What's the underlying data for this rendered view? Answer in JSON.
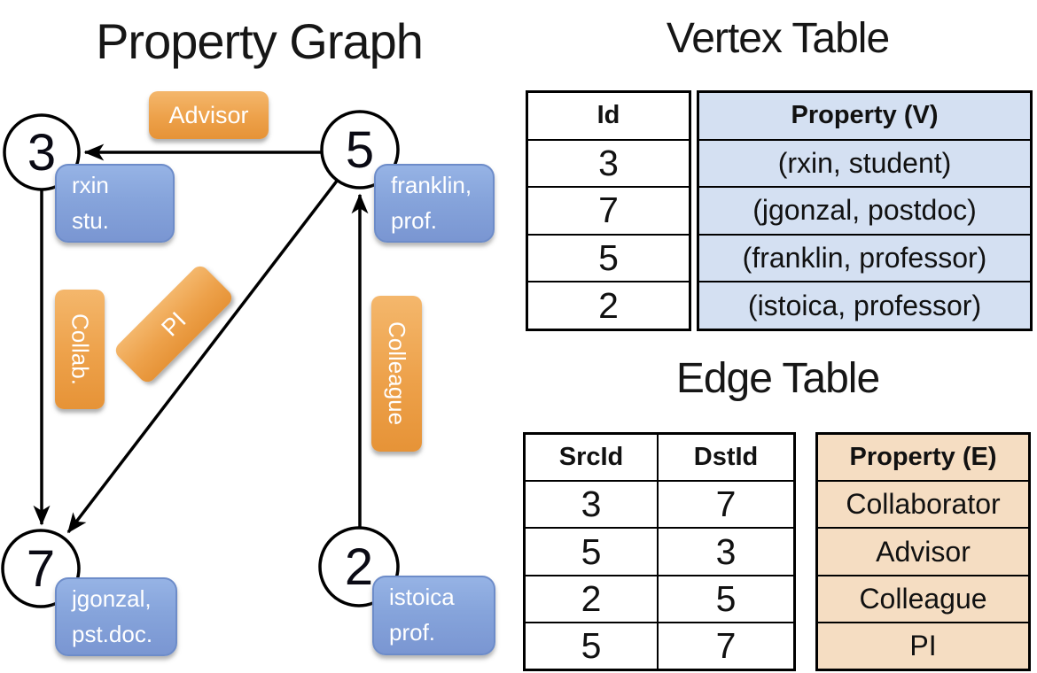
{
  "titles": {
    "graph": "Property Graph",
    "vertex_table": "Vertex Table",
    "edge_table": "Edge Table"
  },
  "graph": {
    "vertices": [
      {
        "id": "3",
        "prop_line1": "rxin",
        "prop_line2": "stu."
      },
      {
        "id": "5",
        "prop_line1": "franklin,",
        "prop_line2": "prof."
      },
      {
        "id": "7",
        "prop_line1": "jgonzal,",
        "prop_line2": "pst.doc."
      },
      {
        "id": "2",
        "prop_line1": "istoica",
        "prop_line2": "prof."
      }
    ],
    "edge_labels": {
      "advisor": "Advisor",
      "collab": "Collab.",
      "pi": "PI",
      "colleague": "Colleague"
    }
  },
  "vertex_table": {
    "headers": {
      "id": "Id",
      "property": "Property (V)"
    },
    "rows": [
      {
        "id": "3",
        "property": "(rxin, student)"
      },
      {
        "id": "7",
        "property": "(jgonzal, postdoc)"
      },
      {
        "id": "5",
        "property": "(franklin, professor)"
      },
      {
        "id": "2",
        "property": "(istoica, professor)"
      }
    ]
  },
  "edge_table": {
    "headers": {
      "src": "SrcId",
      "dst": "DstId",
      "property": "Property (E)"
    },
    "rows": [
      {
        "src": "3",
        "dst": "7",
        "property": "Collaborator"
      },
      {
        "src": "5",
        "dst": "3",
        "property": "Advisor"
      },
      {
        "src": "2",
        "dst": "5",
        "property": "Colleague"
      },
      {
        "src": "5",
        "dst": "7",
        "property": "PI"
      }
    ]
  },
  "colors": {
    "edge_label_orange": "#eda14a",
    "node_label_blue": "#86a4db",
    "vertex_property_fill": "#d4e0f2",
    "edge_property_fill": "#f5ddc2",
    "line_black": "#000000"
  }
}
